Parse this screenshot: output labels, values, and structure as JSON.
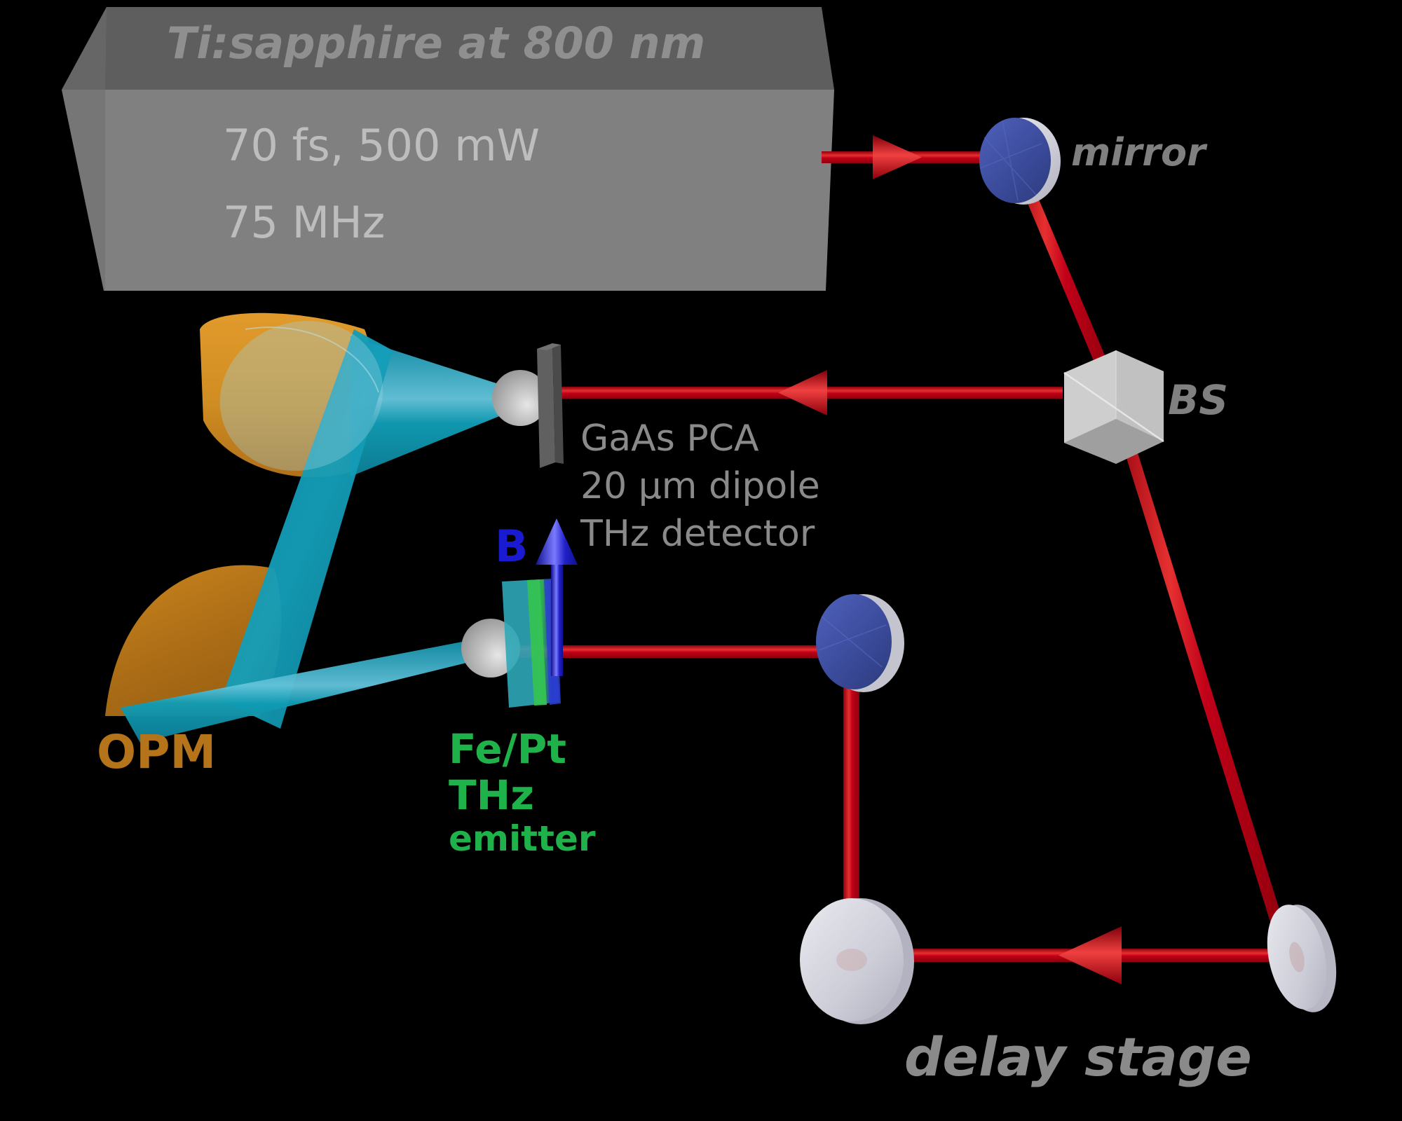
{
  "figure": {
    "kind": "thz-time-domain-spectroscopy-setup",
    "background_color": "#000000"
  },
  "laser_box": {
    "title": "Ti:sapphire at 800 nm",
    "line1": "70 fs, 500 mW",
    "line2": "75 MHz",
    "top_face_color": "#5e5e5e",
    "front_face_color": "#808080",
    "title_color": "#8f8f8f",
    "body_color": "#bdbdbd"
  },
  "labels": {
    "mirror": "mirror",
    "beam_splitter": "BS",
    "delay_stage": "delay stage",
    "opm": "OPM",
    "b_field": "B",
    "detector_line1": "GaAs PCA",
    "detector_line2": "20 µm dipole",
    "detector_line3": "THz detector",
    "emitter_line1": "Fe/Pt",
    "emitter_line2": "THz",
    "emitter_line3": "emitter"
  },
  "colors": {
    "laser_beam": "#b00010",
    "laser_beam_highlight": "#ee3a3a",
    "thz_beam": "#109cb4",
    "opm_gold": "#c8841d",
    "mirror_blue": "#3f4fa0",
    "mirror_rim": "#c9c9c9",
    "bs_glass": "#c8c8c8",
    "emitter_green": "#1fb24a",
    "b_arrow_blue": "#1a1ad0",
    "pca_grey": "#b4b4b4",
    "pca_plate": "#4f4f4f",
    "label_grey": "#8a8a8a",
    "opm_label": "#b5731a"
  },
  "components": [
    {
      "name": "ti-sapphire-laser",
      "label": "Ti:sapphire at 800 nm"
    },
    {
      "name": "steering-mirror",
      "label": "mirror"
    },
    {
      "name": "beam-splitter",
      "label": "BS"
    },
    {
      "name": "delay-stage",
      "label": "delay stage"
    },
    {
      "name": "off-axis-parabolic-mirror",
      "label": "OPM"
    },
    {
      "name": "fe-pt-thz-emitter",
      "label": "Fe/Pt THz emitter"
    },
    {
      "name": "gaas-pca-thz-detector",
      "label": "GaAs PCA 20 µm dipole THz detector"
    },
    {
      "name": "magnetic-field-arrow",
      "label": "B"
    }
  ]
}
